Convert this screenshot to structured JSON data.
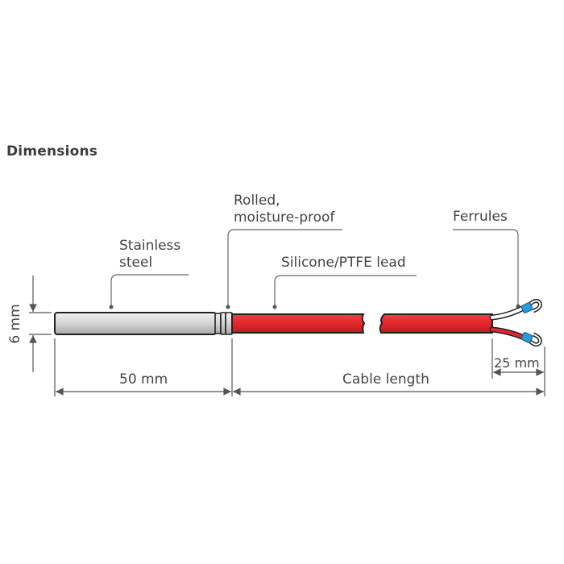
{
  "title": "Dimensions",
  "labels": {
    "stainless_steel_line1": "Stainless",
    "stainless_steel_line2": "steel",
    "rolled_line1": "Rolled,",
    "rolled_line2": "moisture-proof",
    "lead": "Silicone/PTFE lead",
    "ferrules": "Ferrules"
  },
  "dimensions": {
    "diameter": "6 mm",
    "sleeve_length": "50 mm",
    "cable_length": "Cable length",
    "strip_length": "25 mm"
  },
  "colors": {
    "cable": "#e3262b",
    "ferrule": "#2a9bd8",
    "steel": "#c9c9c9",
    "line": "#555555"
  }
}
